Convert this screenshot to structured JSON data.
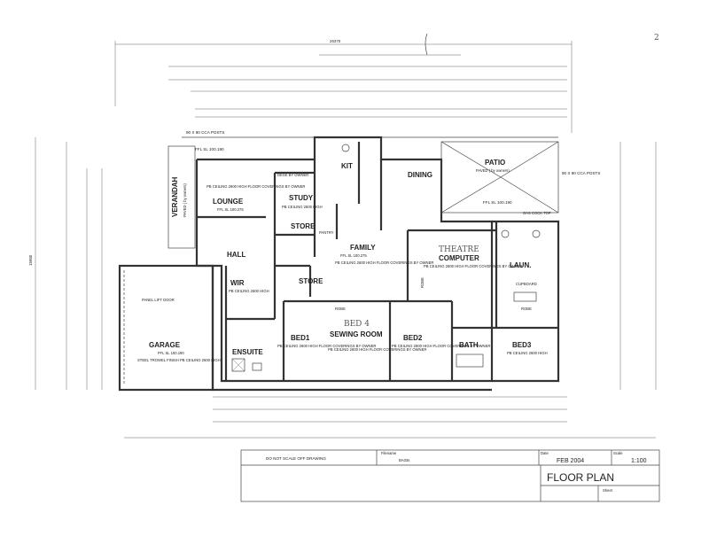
{
  "page_number": "2",
  "overall_width": "26370",
  "overall_depth": "15950",
  "rooms": {
    "lounge": "LOUNGE",
    "study": "STUDY",
    "kit": "KIT",
    "dining": "DINING",
    "patio": "PATIO",
    "verandah": "VERANDAH",
    "hall": "HALL",
    "store1": "STORE",
    "store2": "STORE",
    "pantry": "PANTRY",
    "family": "FAMILY",
    "computer": "COMPUTER",
    "theatre": "THEATRE",
    "laun": "LAUN.",
    "wir": "WIR",
    "garage": "GARAGE",
    "bed1": "BED1",
    "sewing": "SEWING ROOM",
    "bed4": "BED 4",
    "bed2": "BED2",
    "bath": "BATH",
    "bed3": "BED3",
    "ensuite": "ENSUITE",
    "robe_a": "ROBE",
    "robe_b": "ROBE",
    "robe_c": "ROBE",
    "cupboard": "CUPBOARD"
  },
  "notes": {
    "posts_top": "90 X 90 CCA POSTS",
    "posts_patio": "90 X 90 CCA POSTS",
    "ffl_verandah": "FFL SL 100.190",
    "ffl_patio": "FFL SL 100.190",
    "ffl_lounge": "FFL SL 100.275",
    "ffl_family": "FFL SL 100.275",
    "ffl_garage": "FFL SL 100.190",
    "lounge_spec": "PB CEILING 2600 HIGH FLOOR COVERINGS BY OWNER",
    "study_spec": "PB CEILING 2600 HIGH",
    "desk": "DESK BY OWNER",
    "family_spec": "PB CEILING 2600 HIGH FLOOR COVERINGS BY OWNER",
    "computer_spec": "PB CEILING 2600 HIGH FLOOR COVERINGS BY OWNER",
    "wir_spec": "PB CEILING 2600 HIGH",
    "garage_spec": "STEEL TROWEL FINISH PB CEILING 2600 HIGH",
    "panel_door": "PANEL LIFT DOOR",
    "bed1_spec": "PB CEILING 2600 HIGH FLOOR COVERINGS BY OWNER",
    "sewing_spec": "PB CEILING 2600 HIGH FLOOR COVERINGS BY OWNER",
    "bed2_spec": "PB CEILING 2600 HIGH FLOOR COVERINGS BY OWNER",
    "bed3_spec": "PB CEILING 2600 HIGH",
    "patio_paved": "PAVED ( by owners)",
    "verandah_paved": "PAVED ( by owners)",
    "gas_cock": "GAS COCK TOP"
  },
  "title_block": {
    "do_not_scale": "DO NOT SCALE OFF DRAWING",
    "filename_label": "Filename",
    "filename_value": "BA03s",
    "date_label": "Date",
    "date_value": "FEB 2004",
    "scale_label": "Scale",
    "scale_value": "1:100",
    "title": "FLOOR PLAN",
    "sheet_label": "Sheet"
  }
}
